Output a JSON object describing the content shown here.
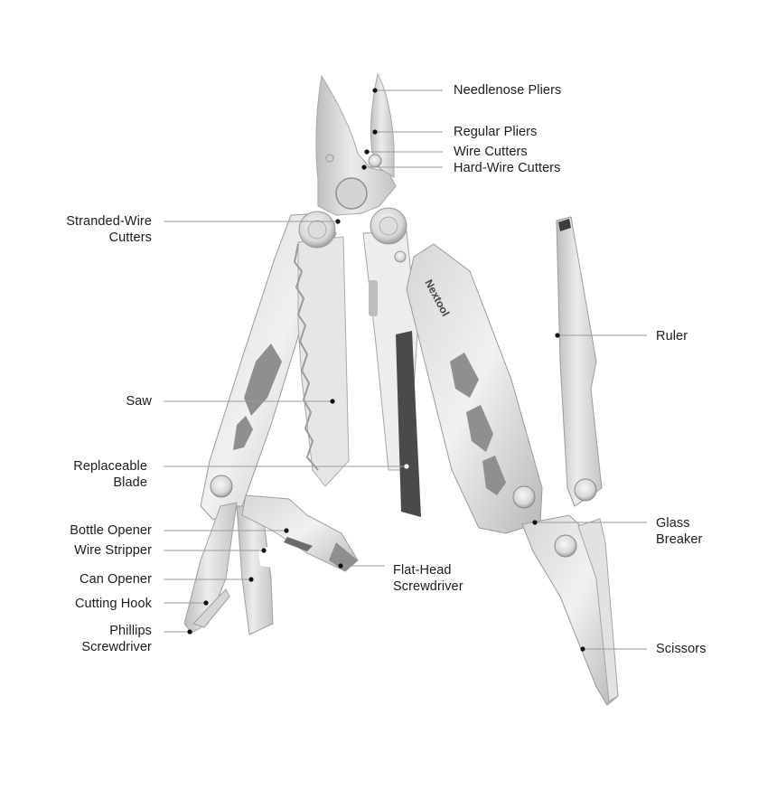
{
  "diagram": {
    "subject": "Multitool",
    "brand_mark": "Nextool",
    "colors": {
      "background": "#ffffff",
      "steel_light": "#e8e8e8",
      "steel_mid": "#c9c9c9",
      "steel_dark": "#9a9a9a",
      "blade_dark": "#4a4a4a",
      "leader_line": "#9a9a9a",
      "dot": "#111111",
      "text": "#1c1c1c"
    }
  },
  "callouts": {
    "right_top": [
      {
        "id": "needlenose",
        "label": "Needlenose Pliers"
      },
      {
        "id": "regular",
        "label": "Regular Pliers"
      },
      {
        "id": "wire_cutters",
        "label": "Wire Cutters"
      },
      {
        "id": "hard_wire",
        "label": "Hard-Wire Cutters"
      }
    ],
    "left": [
      {
        "id": "stranded",
        "label": "Stranded-Wire\nCutters"
      },
      {
        "id": "saw",
        "label": "Saw"
      },
      {
        "id": "blade",
        "label": "Replaceable\nBlade"
      },
      {
        "id": "bottle",
        "label": "Bottle Opener"
      },
      {
        "id": "stripper",
        "label": "Wire Stripper"
      },
      {
        "id": "can",
        "label": "Can Opener"
      },
      {
        "id": "hook",
        "label": "Cutting Hook"
      },
      {
        "id": "phillips",
        "label": "Phillips\nScrewdriver"
      }
    ],
    "center": [
      {
        "id": "flathead",
        "label": "Flat-Head\nScrewdriver"
      }
    ],
    "right": [
      {
        "id": "ruler",
        "label": "Ruler"
      },
      {
        "id": "glass",
        "label": "Glass\nBreaker"
      },
      {
        "id": "scissors",
        "label": "Scissors"
      }
    ]
  }
}
